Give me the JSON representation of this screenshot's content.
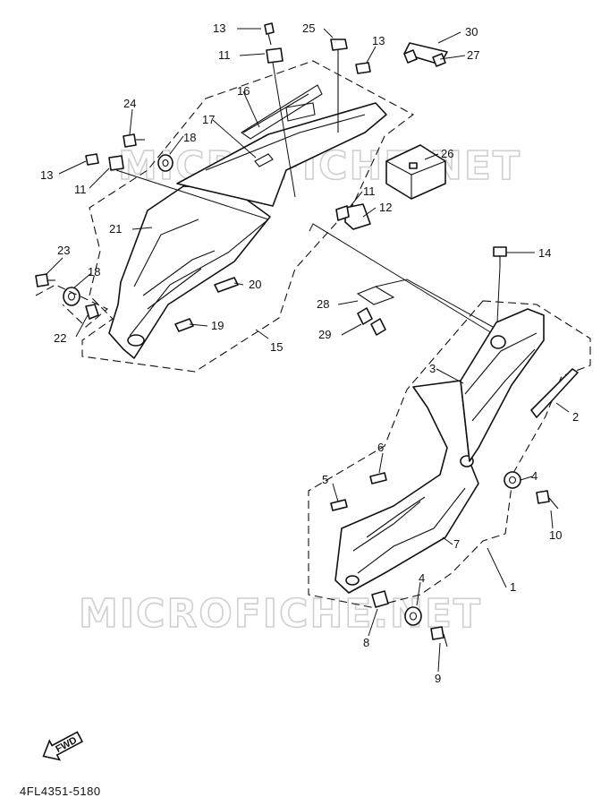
{
  "watermark": "MICROFICHE.NET",
  "diagram_code": "4FL4351-5180",
  "fwd_label": "FWD",
  "callouts": [
    {
      "id": "c13a",
      "text": "13"
    },
    {
      "id": "c11a",
      "text": "11"
    },
    {
      "id": "c25",
      "text": "25"
    },
    {
      "id": "c13b",
      "text": "13"
    },
    {
      "id": "c30",
      "text": "30"
    },
    {
      "id": "c27",
      "text": "27"
    },
    {
      "id": "c24",
      "text": "24"
    },
    {
      "id": "c16",
      "text": "16"
    },
    {
      "id": "c17",
      "text": "17"
    },
    {
      "id": "c18a",
      "text": "18"
    },
    {
      "id": "c13c",
      "text": "13"
    },
    {
      "id": "c11b",
      "text": "11"
    },
    {
      "id": "c26",
      "text": "26"
    },
    {
      "id": "c11c",
      "text": "11"
    },
    {
      "id": "c12",
      "text": "12"
    },
    {
      "id": "c21",
      "text": "21"
    },
    {
      "id": "c23",
      "text": "23"
    },
    {
      "id": "c18b",
      "text": "18"
    },
    {
      "id": "c20",
      "text": "20"
    },
    {
      "id": "c22",
      "text": "22"
    },
    {
      "id": "c19",
      "text": "19"
    },
    {
      "id": "c15",
      "text": "15"
    },
    {
      "id": "c14",
      "text": "14"
    },
    {
      "id": "c28",
      "text": "28"
    },
    {
      "id": "c29",
      "text": "29"
    },
    {
      "id": "c3",
      "text": "3"
    },
    {
      "id": "c2",
      "text": "2"
    },
    {
      "id": "c6",
      "text": "6"
    },
    {
      "id": "c4a",
      "text": "4"
    },
    {
      "id": "c5",
      "text": "5"
    },
    {
      "id": "c10",
      "text": "10"
    },
    {
      "id": "c7",
      "text": "7"
    },
    {
      "id": "c1",
      "text": "1"
    },
    {
      "id": "c4b",
      "text": "4"
    },
    {
      "id": "c8",
      "text": "8"
    },
    {
      "id": "c9",
      "text": "9"
    }
  ]
}
